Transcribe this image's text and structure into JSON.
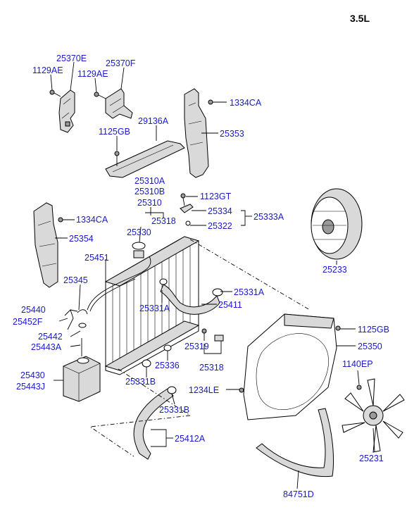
{
  "engine": "3.5L",
  "labels": {
    "p25370E": "25370E",
    "p1129AE_a": "1129AE",
    "p1129AE_b": "1129AE",
    "p25370F": "25370F",
    "p1334CA_a": "1334CA",
    "p29136A": "29136A",
    "p1125GB_a": "1125GB",
    "p25353": "25353",
    "p25310A": "25310A",
    "p25310B": "25310B",
    "p25310": "25310",
    "p1123GT": "1123GT",
    "p25334": "25334",
    "p25333A": "25333A",
    "p25322": "25322",
    "p25318_a": "25318",
    "p25330": "25330",
    "p1334CA_b": "1334CA",
    "p25354": "25354",
    "p25451": "25451",
    "p25233": "25233",
    "p25345": "25345",
    "p25331A_a": "25331A",
    "p25331A_b": "25331A",
    "p25411": "25411",
    "p25440": "25440",
    "p25452F": "25452F",
    "p25442": "25442",
    "p25443A": "25443A",
    "p25319": "25319",
    "p1125GB_b": "1125GB",
    "p25350": "25350",
    "p25318_b": "25318",
    "p25336": "25336",
    "p25430": "25430",
    "p25443J": "25443J",
    "p25331B_a": "25331B",
    "p1140EP": "1140EP",
    "p1234LE": "1234LE",
    "p25331B_b": "25331B",
    "p25412A": "25412A",
    "p25231": "25231",
    "p84751D": "84751D"
  }
}
